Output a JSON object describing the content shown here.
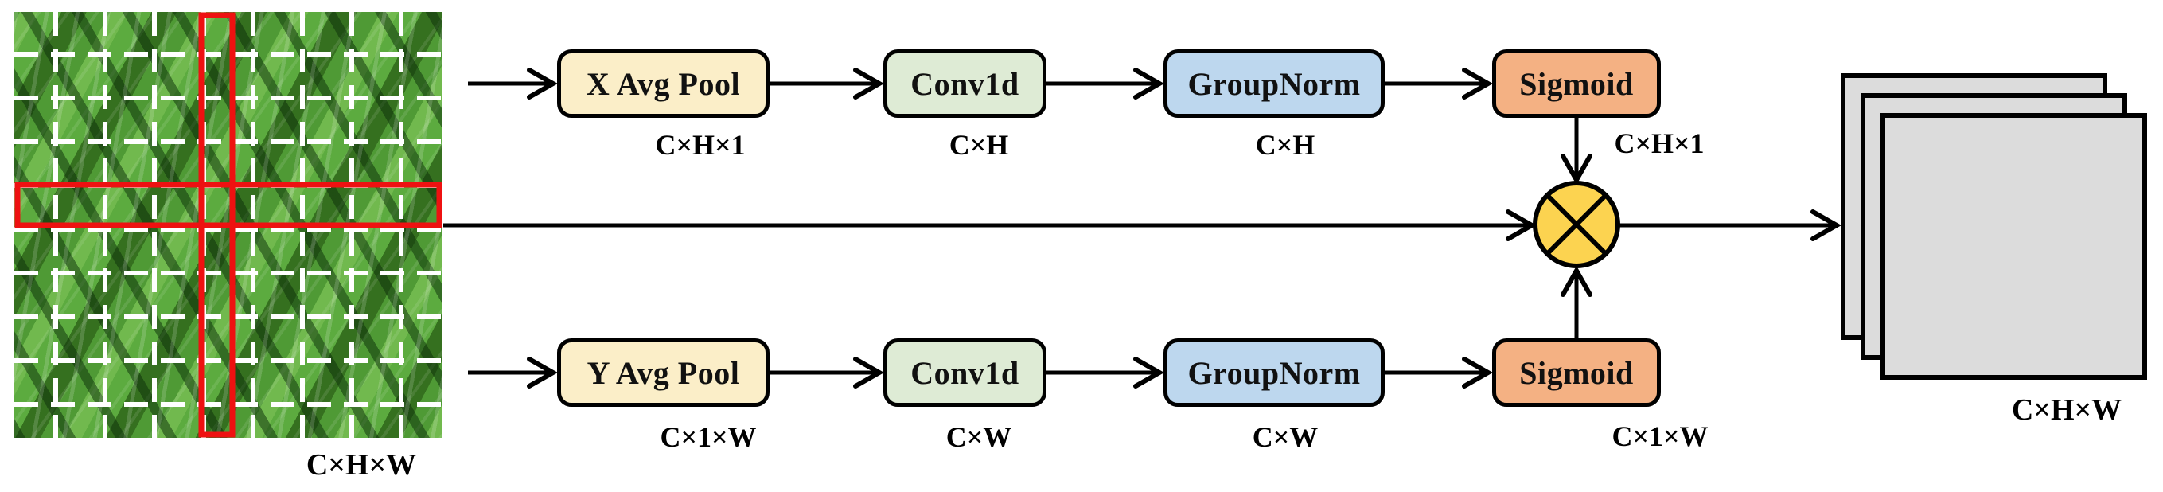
{
  "figure": {
    "title": "coordinate-attention-module-diagram",
    "input": {
      "dim_label": "C×H×W"
    },
    "output": {
      "dim_label": "C×H×W"
    },
    "multiply": {
      "symbol": "⊗",
      "meaning": "element-wise multiplication"
    },
    "top": {
      "boxes": [
        {
          "label": "X Avg Pool",
          "dim": "C×H×1"
        },
        {
          "label": "Conv1d",
          "dim": "C×H"
        },
        {
          "label": "GroupNorm",
          "dim": "C×H"
        },
        {
          "label": "Sigmoid",
          "dim": "C×H×1"
        }
      ]
    },
    "bottom": {
      "boxes": [
        {
          "label": "Y Avg Pool",
          "dim": "C×1×W"
        },
        {
          "label": "Conv1d",
          "dim": "C×W"
        },
        {
          "label": "GroupNorm",
          "dim": "C×W"
        },
        {
          "label": "Sigmoid",
          "dim": "C×1×W"
        }
      ]
    },
    "colors": {
      "pool_fill": "#FBEEC8",
      "conv_fill": "#DEEBD5",
      "norm_fill": "#BDD7EE",
      "sigmoid_fill": "#F4B183",
      "multiply_fill": "#FCD350",
      "feature_map_fill": "#DCDCDC",
      "highlight_red": "#EE1111",
      "grid_white": "#FFFFFF",
      "stroke_black": "#000000"
    }
  }
}
